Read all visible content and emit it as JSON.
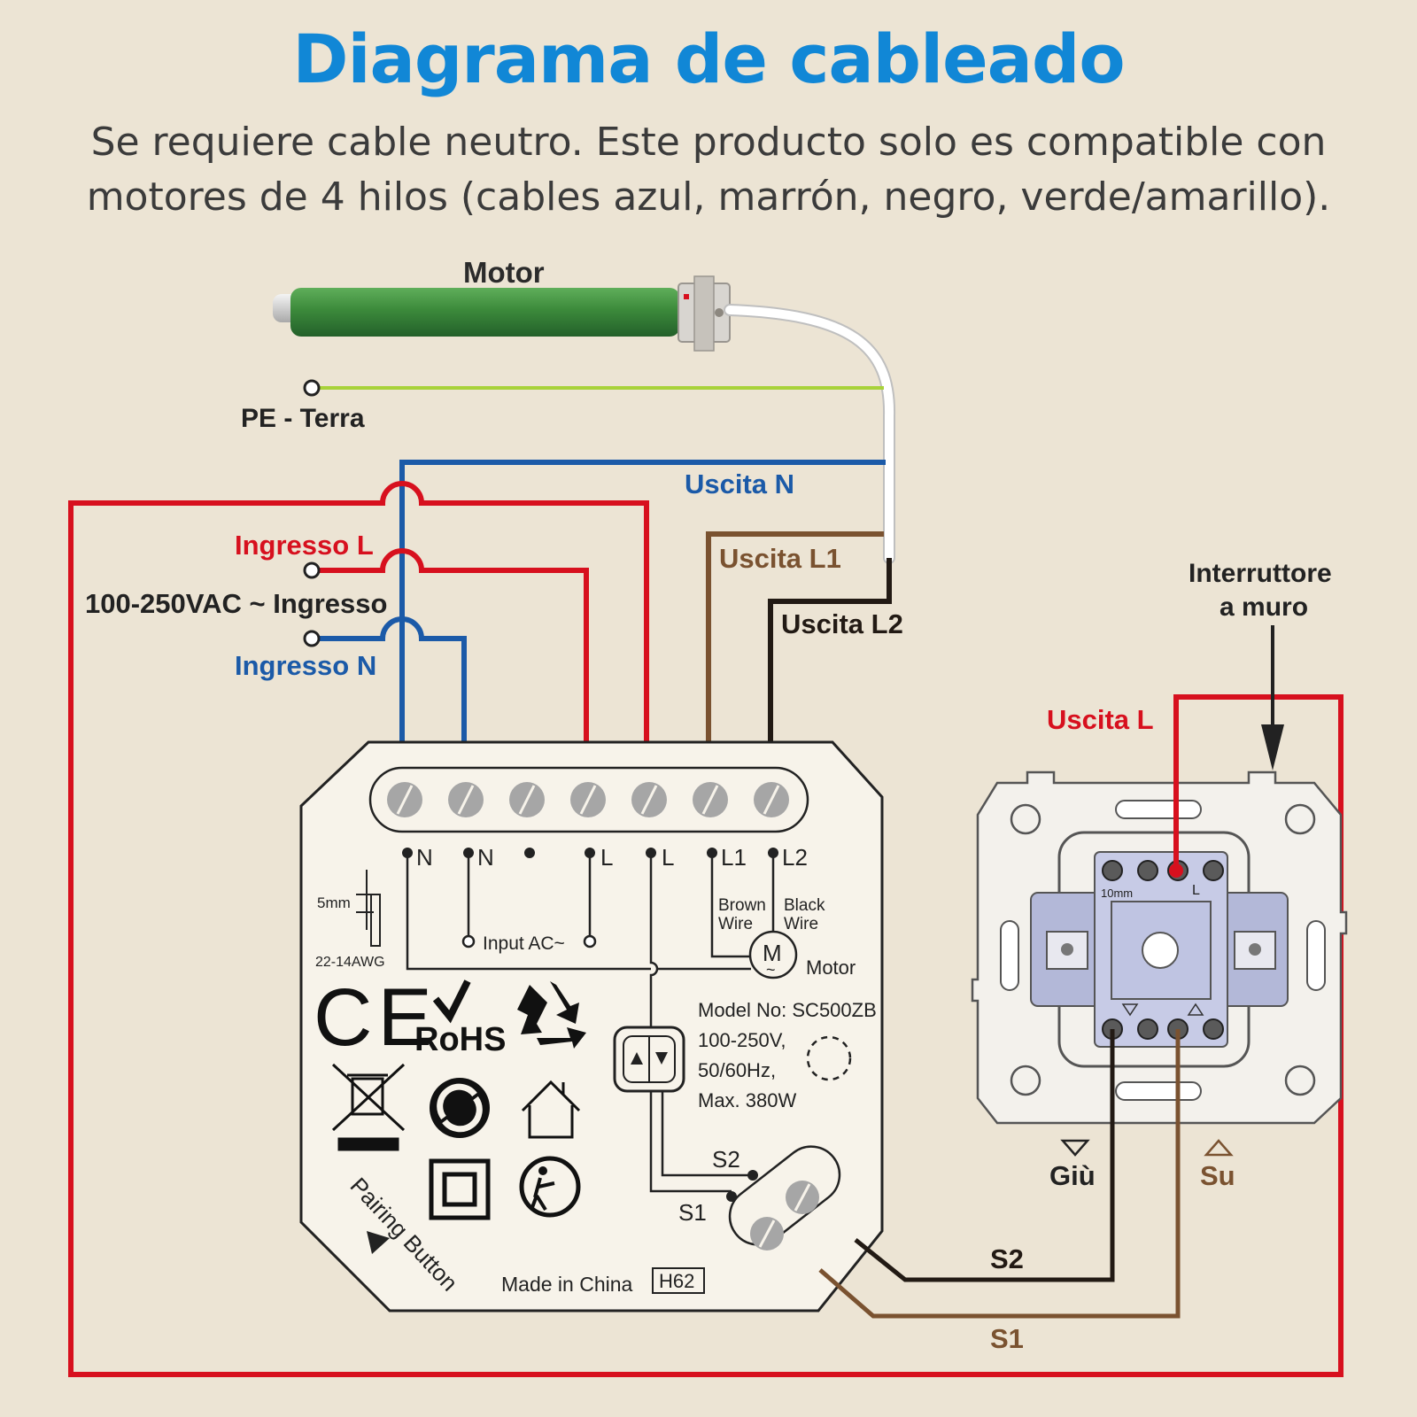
{
  "title": "Diagrama de cableado",
  "subtitle_line1": "Se requiere cable neutro. Este producto solo es compatible con",
  "subtitle_line2": "motores de 4 hilos (cables azul, marrón, negro, verde/amarillo).",
  "labels": {
    "motor": "Motor",
    "pe": "PE - Terra",
    "uscita_n": "Uscita N",
    "uscita_l1": "Uscita L1",
    "uscita_l2": "Uscita L2",
    "ingresso_l": "Ingresso L",
    "voltage_input": "100-250VAC ~ Ingresso",
    "ingresso_n": "Ingresso N",
    "switch_line1": "Interruttore",
    "switch_line2": "a muro",
    "uscita_l": "Uscita L",
    "giu": "Giù",
    "su": "Su",
    "s2": "S2",
    "s1": "S1"
  },
  "device": {
    "terminals": [
      "N",
      "N",
      "L",
      "L",
      "L1",
      "L2"
    ],
    "brown_wire_line1": "Brown",
    "brown_wire_line2": "Wire",
    "black_wire_line1": "Black",
    "black_wire_line2": "Wire",
    "input_ac": "Input  AC~",
    "motor_symbol": "M",
    "motor_tilde": "~",
    "motor_label": "Motor",
    "strip_length": "5mm",
    "awg": "22-14AWG",
    "ce": "CE",
    "rohs": "RoHS",
    "model": "Model No: SC500ZB",
    "voltage": "100-250V,",
    "frequency": "50/60Hz,",
    "max_power": "Max. 380W",
    "s2": "S2",
    "s1": "S1",
    "pairing": "Pairing Button",
    "made_in": "Made in China",
    "code": "H62"
  },
  "switch": {
    "dimension": "10mm",
    "terminal_l": "L"
  },
  "colors": {
    "title": "#1187d6",
    "red": "#d7101e",
    "blue": "#1b5aa8",
    "brown": "#7a5230",
    "black": "#221a14",
    "earth_green": "#8fd13f",
    "earth_yellow": "#e8e02a",
    "motor_green": "#3c8a3b",
    "background": "#ece4d4"
  }
}
